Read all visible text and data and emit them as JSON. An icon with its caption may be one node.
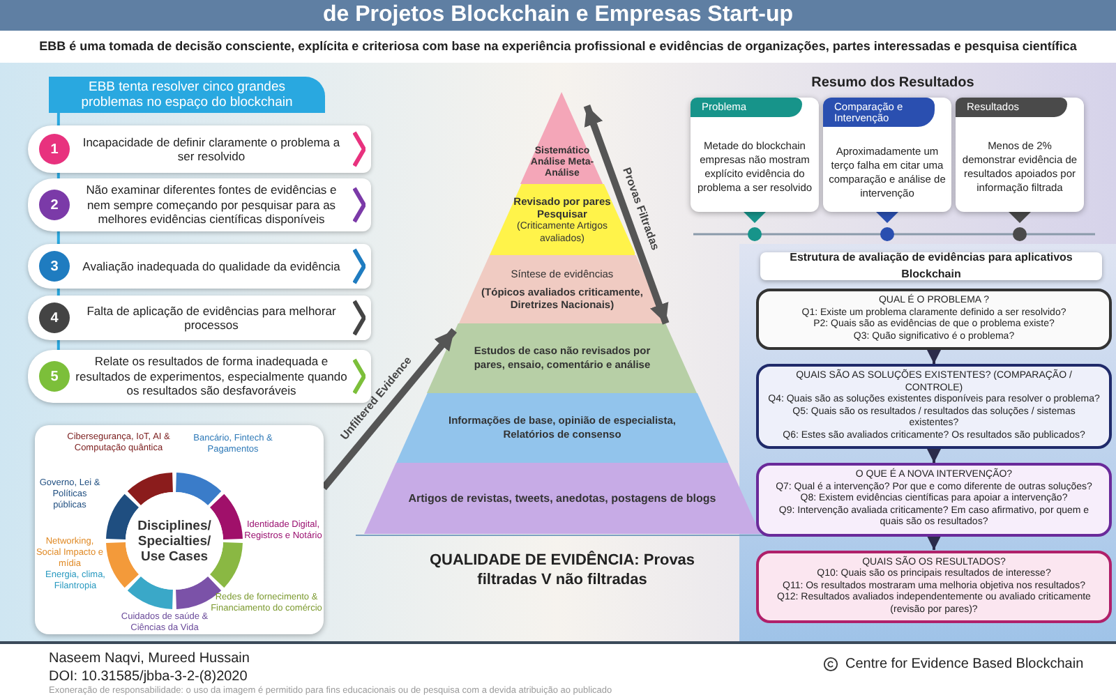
{
  "diagram": {
    "title": "de Projetos Blockchain e Empresas Start-up",
    "nodes": [
      {
        "text": [
          "EBB tenta resolver cinco grandes problemas no espaço do blockchain"
        ]
      },
      {
        "text": [
          "1",
          "Incapacidade de definir claramente o problema a ser resolvido"
        ]
      },
      {
        "text": [
          "2",
          "Não examinar diferentes fontes de evidências e nem sempre começando por pesquisar para as melhores evidências científicas disponíveis"
        ]
      },
      {
        "text": [
          "3",
          "Avaliação inadequada do qualidade da evidência"
        ]
      },
      {
        "text": [
          "4",
          "Falta de aplicação de evidências para melhorar processos"
        ]
      },
      {
        "text": [
          "5",
          "Relate os resultados de forma inadequada e resultados de experimentos, especialmente quando os resultados são desfavoráveis"
        ]
      },
      {
        "text": [],
        "shape": "box"
      },
      {
        "text": [
          "Disciplines/ Specialties/ Use Cases"
        ],
        "in": 6
      },
      {
        "text": [
          "Sistemático Análise Meta-Análise"
        ]
      },
      {
        "text": [
          "Revisado por pares Pesquisar",
          "(Criticamente Artigos avaliados)"
        ]
      },
      {
        "text": [
          "Síntese de evidências",
          "(Tópicos avaliados criticamente, Diretrizes Nacionais)"
        ]
      },
      {
        "text": [
          "Estudos de caso não revisados por pares, ensaio, comentário e análise"
        ]
      },
      {
        "text": [
          "Informações de base, opinião de especialista, Relatórios de consenso"
        ]
      },
      {
        "text": [
          "Artigos de revistas, tweets, anedotas, postagens de blogs"
        ]
      },
      {
        "text": [
          "Problema",
          "Metade do blockchain empresas não mostram explícito evidência do problema a ser resolvido"
        ]
      },
      {
        "text": [
          "Comparação e Intervenção",
          "Aproximadamente um terço falha em citar uma comparação e análise de intervenção"
        ]
      },
      {
        "text": [
          "Resultados",
          "Menos de 2% demonstrar evidência de resultados apoiados por informação filtrada"
        ]
      },
      {
        "text": [
          "Estrutura de avaliação de evidências para aplicativos Blockchain"
        ]
      },
      {
        "text": [
          "QUAL É O PROBLEMA ?",
          "Q1: Existe um problema claramente definido a ser resolvido?",
          "P2: Quais são as evidências de que o problema existe?",
          "Q3: Quão significativo é o problema?"
        ]
      },
      {
        "text": [
          "QUAIS SÃO AS SOLUÇÕES EXISTENTES? (COMPARAÇÃO / CONTROLE)",
          "Q4: Quais são as soluções existentes disponíveis para resolver o problema?",
          "Q5: Quais são os resultados / resultados das soluções / sistemas existentes?",
          "Q6: Estes são avaliados criticamente? Os resultados são publicados?"
        ]
      },
      {
        "text": [
          "O QUE É A NOVA INTERVENÇÃO?",
          "Q7: Qual é a intervenção? Por que e como diferente de outras soluções?",
          "Q8: Existem evidências científicas para apoiar a intervenção?",
          "Q9: Intervenção avaliada criticamente? Em caso afirmativo, por quem e quais são os resultados?"
        ]
      },
      {
        "text": [
          "QUAIS SÃO OS RESULTADOS?",
          "Q10: Quais são os principais resultados de interesse?",
          "Q11: Os resultados mostraram uma melhoria objetiva nos resultados?",
          "Q12: Resultados avaliados independentemente ou avaliado criticamente (revisão por pares)?"
        ]
      }
    ],
    "edges": [
      {
        "from": 6,
        "to": 11,
        "arrow": "to",
        "label": "Unfiltered Evidence",
        "style": "thick",
        "color": "#555555"
      },
      {
        "from": 8,
        "to": 10,
        "arrow": "both",
        "label": "Provas Filtradas",
        "style": "thick",
        "color": "#555555"
      },
      {
        "from": 18,
        "to": 19,
        "arrow": "to",
        "color": "#2b2b4a"
      },
      {
        "from": 19,
        "to": 20,
        "arrow": "to",
        "color": "#2b2b4a"
      },
      {
        "from": 20,
        "to": 21,
        "arrow": "to",
        "color": "#2b2b4a"
      },
      {
        "from": 0,
        "to": 1,
        "arrow": "none",
        "color": "#29a8e0"
      },
      {
        "from": 1,
        "to": 2,
        "arrow": "none",
        "color": "#29a8e0"
      },
      {
        "from": 2,
        "to": 3,
        "arrow": "none",
        "color": "#29a8e0"
      },
      {
        "from": 3,
        "to": 4,
        "arrow": "none",
        "color": "#29a8e0"
      },
      {
        "from": 4,
        "to": 5,
        "arrow": "none",
        "color": "#29a8e0"
      }
    ],
    "labels": [
      "EBB é uma tomada de decisão consciente, explícita e criteriosa com base na experiência profissional e evidências de organizações, partes interessadas e pesquisa científica",
      "Cibersegurança, IoT, AI & Computação quântica",
      "Bancário, Fintech & Pagamentos",
      "Governo, Lei & Políticas públicas",
      "Identidade Digital, Registros e Notário",
      "Networking, Social Impacto e mídia",
      "Energia, clima, Filantropia",
      "Redes de fornecimento & Financiamento do comércio",
      "Cuidados de saúde & Ciências da Vida",
      "QUALIDADE DE EVIDÊNCIA: Provas filtradas V não filtradas",
      "Resumo dos Resultados",
      "Naseem Naqvi, Mureed Hussain",
      "DOI: 10.31585/jbba-3-2-(8)2020",
      "Centre for Evidence Based Blockchain",
      "Exoneração de responsabilidade: o uso da imagem é permitido para fins educacionais ou de pesquisa com a devida atribuição ao publicado"
    ]
  }
}
